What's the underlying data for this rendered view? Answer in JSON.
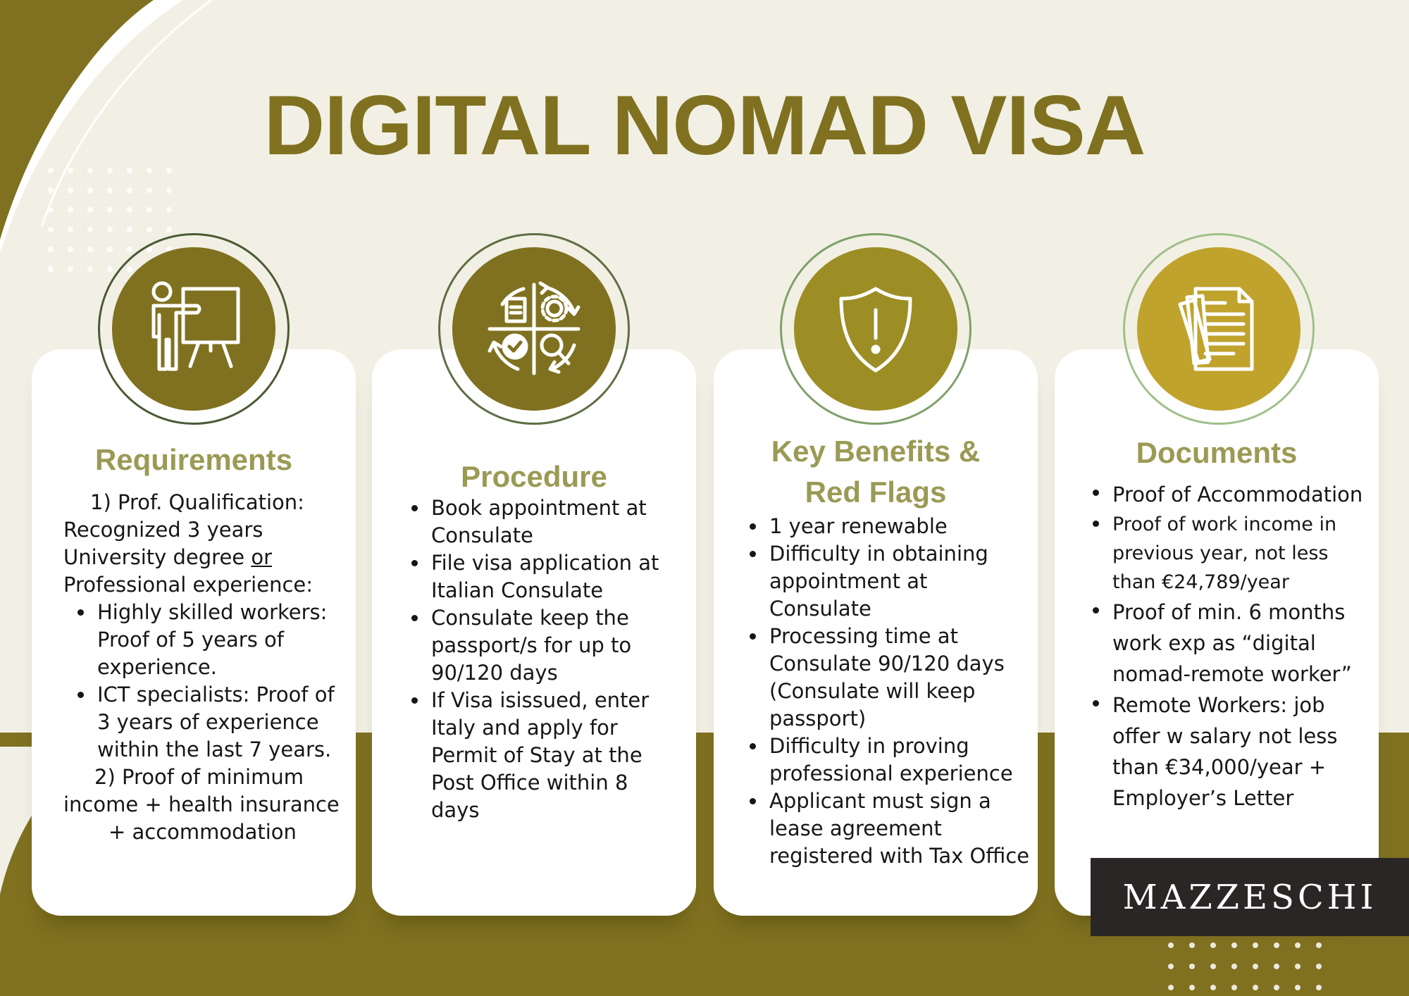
{
  "title": "DIGITAL NOMAD VISA",
  "colors": {
    "olive_dark": "#7f711f",
    "olive_mid": "#9c8e25",
    "gold": "#bfa32c",
    "heading_green": "#9a9a55",
    "cream": "#f2f0e4"
  },
  "cards": [
    {
      "title": "Requirements",
      "icon": "presenter-board-icon",
      "lines": {
        "l1": "1) Prof. Qualification:",
        "l2": "Recognized 3 years",
        "l3a": "University degree ",
        "l3b": "or ",
        "l4": "Professional experience:",
        "b1": "Highly skilled workers: Proof of 5 years of experience.",
        "b2": "ICT specialists: Proof of 3 years of experience within the last 7 years.",
        "l5": "2) Proof of minimum",
        "l6": "income + health insurance",
        "l7": "+ accommodation"
      }
    },
    {
      "title": "Procedure",
      "icon": "process-cycle-icon",
      "items": [
        "Book appointment at Consulate",
        "File visa application at Italian Consulate",
        "Consulate keep the passport/s for up to 90/120 days",
        "If Visa isissued, enter Italy and apply for Permit of Stay at the Post Office within 8 days"
      ]
    },
    {
      "title_l1": "Key Benefits &",
      "title_l2": "Red Flags",
      "icon": "shield-alert-icon",
      "items": [
        "1 year renewable",
        "Difficulty in obtaining appointment at Consulate",
        "Processing time at Consulate 90/120 days (Consulate will keep passport)",
        "Difficulty in proving professional experience",
        "Applicant must sign a lease agreement registered with Tax Office"
      ]
    },
    {
      "title": "Documents",
      "icon": "documents-stack-icon",
      "items": [
        "Proof of Accommodation",
        "Proof of work income in previous year, not less than €24,789/year",
        "Proof of min. 6 months work exp as “digital nomad-remote worker”",
        "Remote Workers: job offer w salary not less than €34,000/year + Employer’s Letter"
      ]
    }
  ],
  "logo": "MAZZESCHI"
}
